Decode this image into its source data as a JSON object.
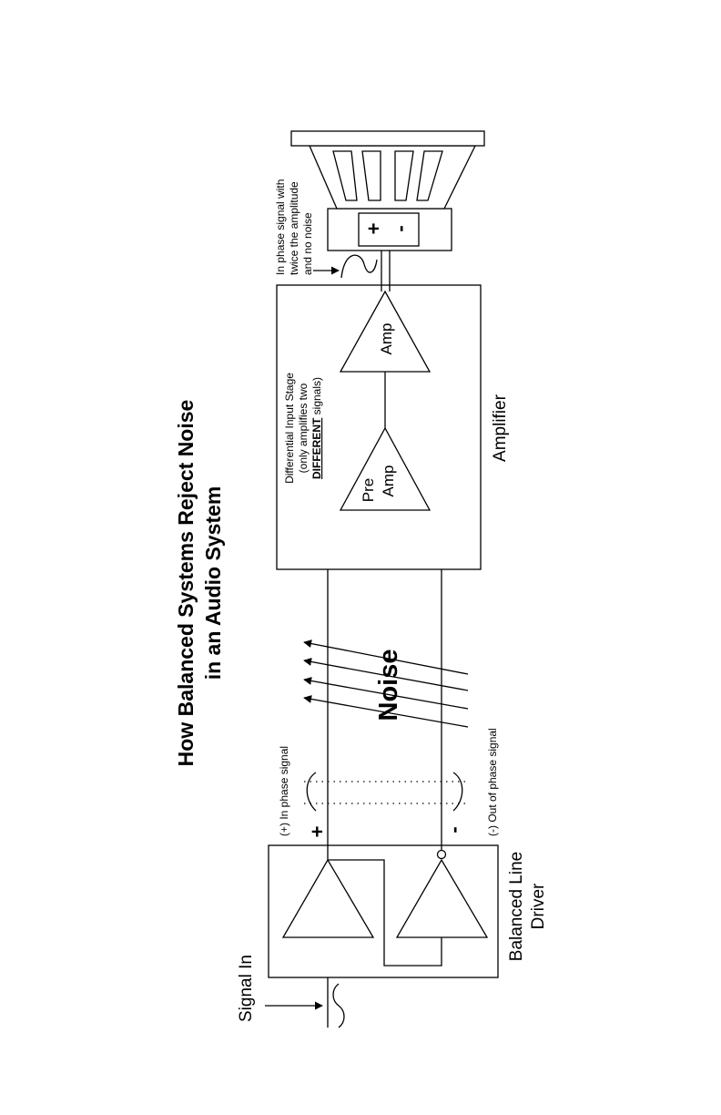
{
  "title": {
    "line1": "How Balanced Systems Reject Noise",
    "line2": "in an Audio System"
  },
  "labels": {
    "signal_in": "Signal In",
    "driver_line1": "Balanced Line",
    "driver_line2": "Driver",
    "in_phase": "(+) In phase signal",
    "out_of_phase": "(-) Out of phase signal",
    "plus_sign": "+",
    "minus_sign": "-",
    "noise": "Noise",
    "amplifier": "Amplifier",
    "diff_line1": "Differential Input Stage",
    "diff_line2": "(only amplifies two",
    "diff_line3_bold": "DIFFERENT",
    "diff_line3_rest": " signals)",
    "preamp_line1": "Pre",
    "preamp_line2": "Amp",
    "amp": "Amp",
    "output_line1": "In phase signal with",
    "output_line2": "twice the amplitude",
    "output_line3": "and no noise",
    "speaker_plus": "+",
    "speaker_minus": "-"
  }
}
